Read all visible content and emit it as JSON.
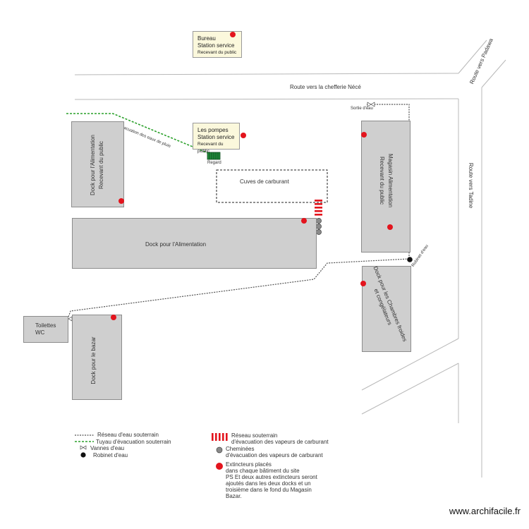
{
  "roads": {
    "chefferie": "Route vers la chefferie Nécé",
    "padawa": "Route vers Padawa",
    "tadine": "Route vers Tadine"
  },
  "buildings": {
    "bureau": {
      "line1": "Bureau",
      "line2": "Station service",
      "line3": "Recevant du public"
    },
    "pompes": {
      "line1": "Les pompes",
      "line2": "Station service",
      "line3": "Recevant du public"
    },
    "cuves": "Cuves de carburant",
    "dock_left": {
      "line1": "Dock pour l'Alimentation",
      "line2": "Recevant du public"
    },
    "dock_main": "Dock pour l'Alimentation",
    "magasin": {
      "line1": "Magasin Alimentation",
      "line2": "Recevant du public"
    },
    "dock_froid": {
      "line1": "Dock pour les Chambres froides",
      "line2": "et congélateurs"
    },
    "toilettes": {
      "line1": "Toilettes",
      "line2": "WC"
    },
    "dock_bazar": "Dock pour le bazar"
  },
  "labels": {
    "evacuation": "Evacuation des eaux de pluie",
    "regard": "Regard",
    "sortie_eau": "Sortie d'eau",
    "robinet": "Robinet d'eau"
  },
  "legend": {
    "reseau_eau": "Réseau d'eau souterrain",
    "tuyau_evac": "Tuyau d'évacuation souterrain",
    "vannes": "Vannes d'eau",
    "robinet": "Robinet d'eau",
    "reseau_vapeurs_1": "Réseau souterrain",
    "reseau_vapeurs_2": "d'évacuation des vapeurs de carburant",
    "cheminees_1": "Cheminées",
    "cheminees_2": "d'évacuation des vapeurs de carburant",
    "extincteurs_1": "Extincteurs placés",
    "extincteurs_2": "dans chaque bâtiment du site",
    "extincteurs_3": "PS Et deux autres extincteurs seront",
    "extincteurs_4": "ajoutés dans les deux docks et un",
    "extincteurs_5": "troisième dans le fond du Magasin",
    "extincteurs_6": "Bazar."
  },
  "watermark": "www.archifacile.fr",
  "colors": {
    "building_fill": "#cfcfcf",
    "note_fill": "#fbf8dc",
    "extinguisher": "#e3141d",
    "water_network": "#555555",
    "drain_pipe": "#2aa02a",
    "vapour_network": "#e3141d",
    "road_line": "#b8b8b8"
  }
}
